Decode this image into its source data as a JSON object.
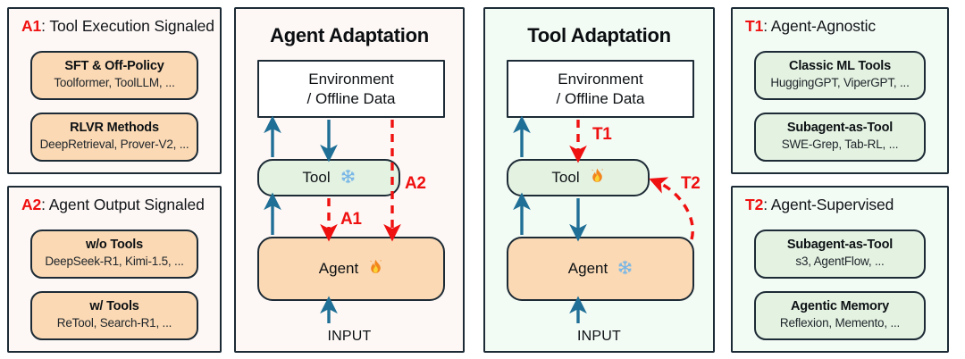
{
  "figure": {
    "accent_red": "#ef1010",
    "border_dark": "#1d2b36",
    "arrow_blue": "#1f6f96",
    "chip_orange": "#fbd9b4",
    "chip_green": "#e4f2e2",
    "panel_orange_bg": "#fdf8f5",
    "panel_green_bg": "#f3fbf5"
  },
  "left_panels": [
    {
      "tag": "A1",
      "title": ": Tool Execution Signaled",
      "chips": [
        {
          "title": "SFT & Off-Policy",
          "sub": "Toolformer, ToolLLM, ..."
        },
        {
          "title": "RLVR Methods",
          "sub": "DeepRetrieval, Prover-V2, ..."
        }
      ]
    },
    {
      "tag": "A2",
      "title": ": Agent Output Signaled",
      "chips": [
        {
          "title": "w/o Tools",
          "sub": "DeepSeek-R1, Kimi-1.5, ..."
        },
        {
          "title": "w/ Tools",
          "sub": "ReTool, Search-R1, ..."
        }
      ]
    }
  ],
  "right_panels": [
    {
      "tag": "T1",
      "title": ": Agent-Agnostic",
      "chips": [
        {
          "title": "Classic ML Tools",
          "sub": "HuggingGPT, ViperGPT, ..."
        },
        {
          "title": "Subagent-as-Tool",
          "sub": "SWE-Grep, Tab-RL, ..."
        }
      ]
    },
    {
      "tag": "T2",
      "title": ": Agent-Supervised",
      "chips": [
        {
          "title": "Subagent-as-Tool",
          "sub": "s3, AgentFlow, ..."
        },
        {
          "title": "Agentic Memory",
          "sub": "Reflexion, Memento, ..."
        }
      ]
    }
  ],
  "center_panels": [
    {
      "title": "Agent Adaptation",
      "env_line1": "Environment",
      "env_line2": "/ Offline Data",
      "tool_label": "Tool",
      "tool_state_icon": "snowflake",
      "tool_state_glyph": "❄",
      "agent_label": "Agent",
      "agent_state_icon": "fire",
      "agent_state_glyph": "🔥",
      "input_label": "INPUT",
      "red_labels": [
        "A1",
        "A2"
      ]
    },
    {
      "title": "Tool Adaptation",
      "env_line1": "Environment",
      "env_line2": "/ Offline Data",
      "tool_label": "Tool",
      "tool_state_icon": "fire",
      "tool_state_glyph": "🔥",
      "agent_label": "Agent",
      "agent_state_icon": "snowflake",
      "agent_state_glyph": "❄",
      "input_label": "INPUT",
      "red_labels": [
        "T1",
        "T2"
      ]
    }
  ]
}
